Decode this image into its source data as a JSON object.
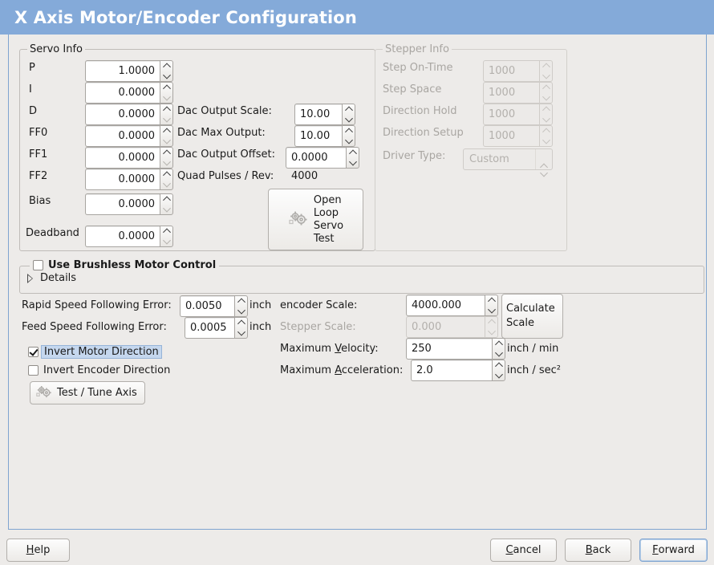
{
  "window": {
    "title": "X Axis Motor/Encoder Configuration",
    "titlebar_color": "#84aad9"
  },
  "servo_info": {
    "legend": "Servo Info",
    "fields": [
      {
        "label": "P",
        "value": "1.0000"
      },
      {
        "label": "I",
        "value": "0.0000"
      },
      {
        "label": "D",
        "value": "0.0000"
      },
      {
        "label": "FF0",
        "value": "0.0000"
      },
      {
        "label": "FF1",
        "value": "0.0000"
      },
      {
        "label": "FF2",
        "value": "0.0000"
      },
      {
        "label": "Bias",
        "value": "0.0000"
      },
      {
        "label": "Deadband",
        "value": "0.0000"
      }
    ],
    "dac": [
      {
        "label": "Dac Output Scale:",
        "value": "10.00"
      },
      {
        "label": "Dac Max Output:",
        "value": "10.00"
      },
      {
        "label": "Dac Output Offset:",
        "value": "0.0000"
      }
    ],
    "quad_pulses": {
      "label": "Quad Pulses / Rev:",
      "value": "4000"
    },
    "open_loop_button": {
      "lines": [
        "Open",
        "Loop",
        "Servo",
        "Test"
      ],
      "icon": "gears-icon"
    }
  },
  "stepper_info": {
    "legend": "Stepper Info",
    "disabled": true,
    "fields": [
      {
        "label": "Step On-Time",
        "value": "1000"
      },
      {
        "label": "Step Space",
        "value": "1000"
      },
      {
        "label": "Direction Hold",
        "value": "1000"
      },
      {
        "label": "Direction Setup",
        "value": "1000"
      }
    ],
    "driver_type": {
      "label": "Driver Type:",
      "value": "Custom"
    }
  },
  "brushless": {
    "checkbox_label": "Use Brushless Motor Control",
    "checked": false,
    "details_label": "Details",
    "details_expanded": false
  },
  "following_error": {
    "rapid": {
      "label": "Rapid Speed Following Error:",
      "value": "0.0050",
      "unit": "inch"
    },
    "feed": {
      "label": "Feed Speed Following Error:",
      "value": "0.0005",
      "unit": "inch"
    }
  },
  "direction": {
    "invert_motor": {
      "label": "Invert Motor Direction",
      "checked": true,
      "focused": true
    },
    "invert_encoder": {
      "label": "Invert Encoder Direction",
      "checked": false,
      "focused": false
    }
  },
  "test_tune_button": {
    "label": "Test / Tune Axis",
    "icon": "gears-icon"
  },
  "scales": {
    "encoder": {
      "label": "encoder Scale:",
      "value": "4000.000",
      "disabled": false
    },
    "stepper": {
      "label": "Stepper Scale:",
      "value": "0.000",
      "disabled": true
    },
    "max_velocity": {
      "label_pre": "Maximum ",
      "label_mn": "V",
      "label_post": "elocity:",
      "value": "250",
      "unit": "inch / min"
    },
    "max_acceleration": {
      "label_pre": "Maximum ",
      "label_mn": "A",
      "label_post": "cceleration:",
      "value": "2.0",
      "unit": "inch / sec²"
    },
    "calculate_button": {
      "line1": "Calculate",
      "line2": "Scale"
    }
  },
  "footer": {
    "help": {
      "mn": "H",
      "rest": "elp"
    },
    "cancel": {
      "mn": "C",
      "rest": "ancel"
    },
    "back": {
      "mn": "B",
      "rest": "ack"
    },
    "forward": {
      "mn": "F",
      "rest": "orward",
      "focused": true
    }
  }
}
